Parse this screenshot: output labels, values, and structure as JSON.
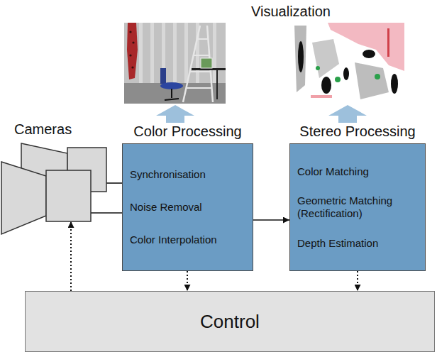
{
  "diagram": {
    "nodes": [
      {
        "text": [
          "Cameras"
        ]
      },
      {
        "text": [
          "Color Processing",
          "Synchronisation",
          "Noise Removal",
          "Color Interpolation"
        ]
      },
      {
        "text": [
          "Stereo Processing",
          "Color Matching",
          "Geometric Matching (Rectification)",
          "Depth Estimation"
        ]
      },
      {
        "text": [
          "Control"
        ]
      }
    ],
    "edges": [
      {
        "from": 0,
        "to": 1,
        "arrow": "none"
      },
      {
        "from": 0,
        "to": 1,
        "arrow": "none"
      },
      {
        "from": 1,
        "to": 2,
        "arrow": "to"
      },
      {
        "from": 1,
        "to": 3,
        "arrow": "to"
      },
      {
        "from": 2,
        "to": 3,
        "arrow": "to"
      },
      {
        "from": 3,
        "to": 0,
        "arrow": "to"
      }
    ],
    "labels": [
      "Visualization"
    ]
  }
}
